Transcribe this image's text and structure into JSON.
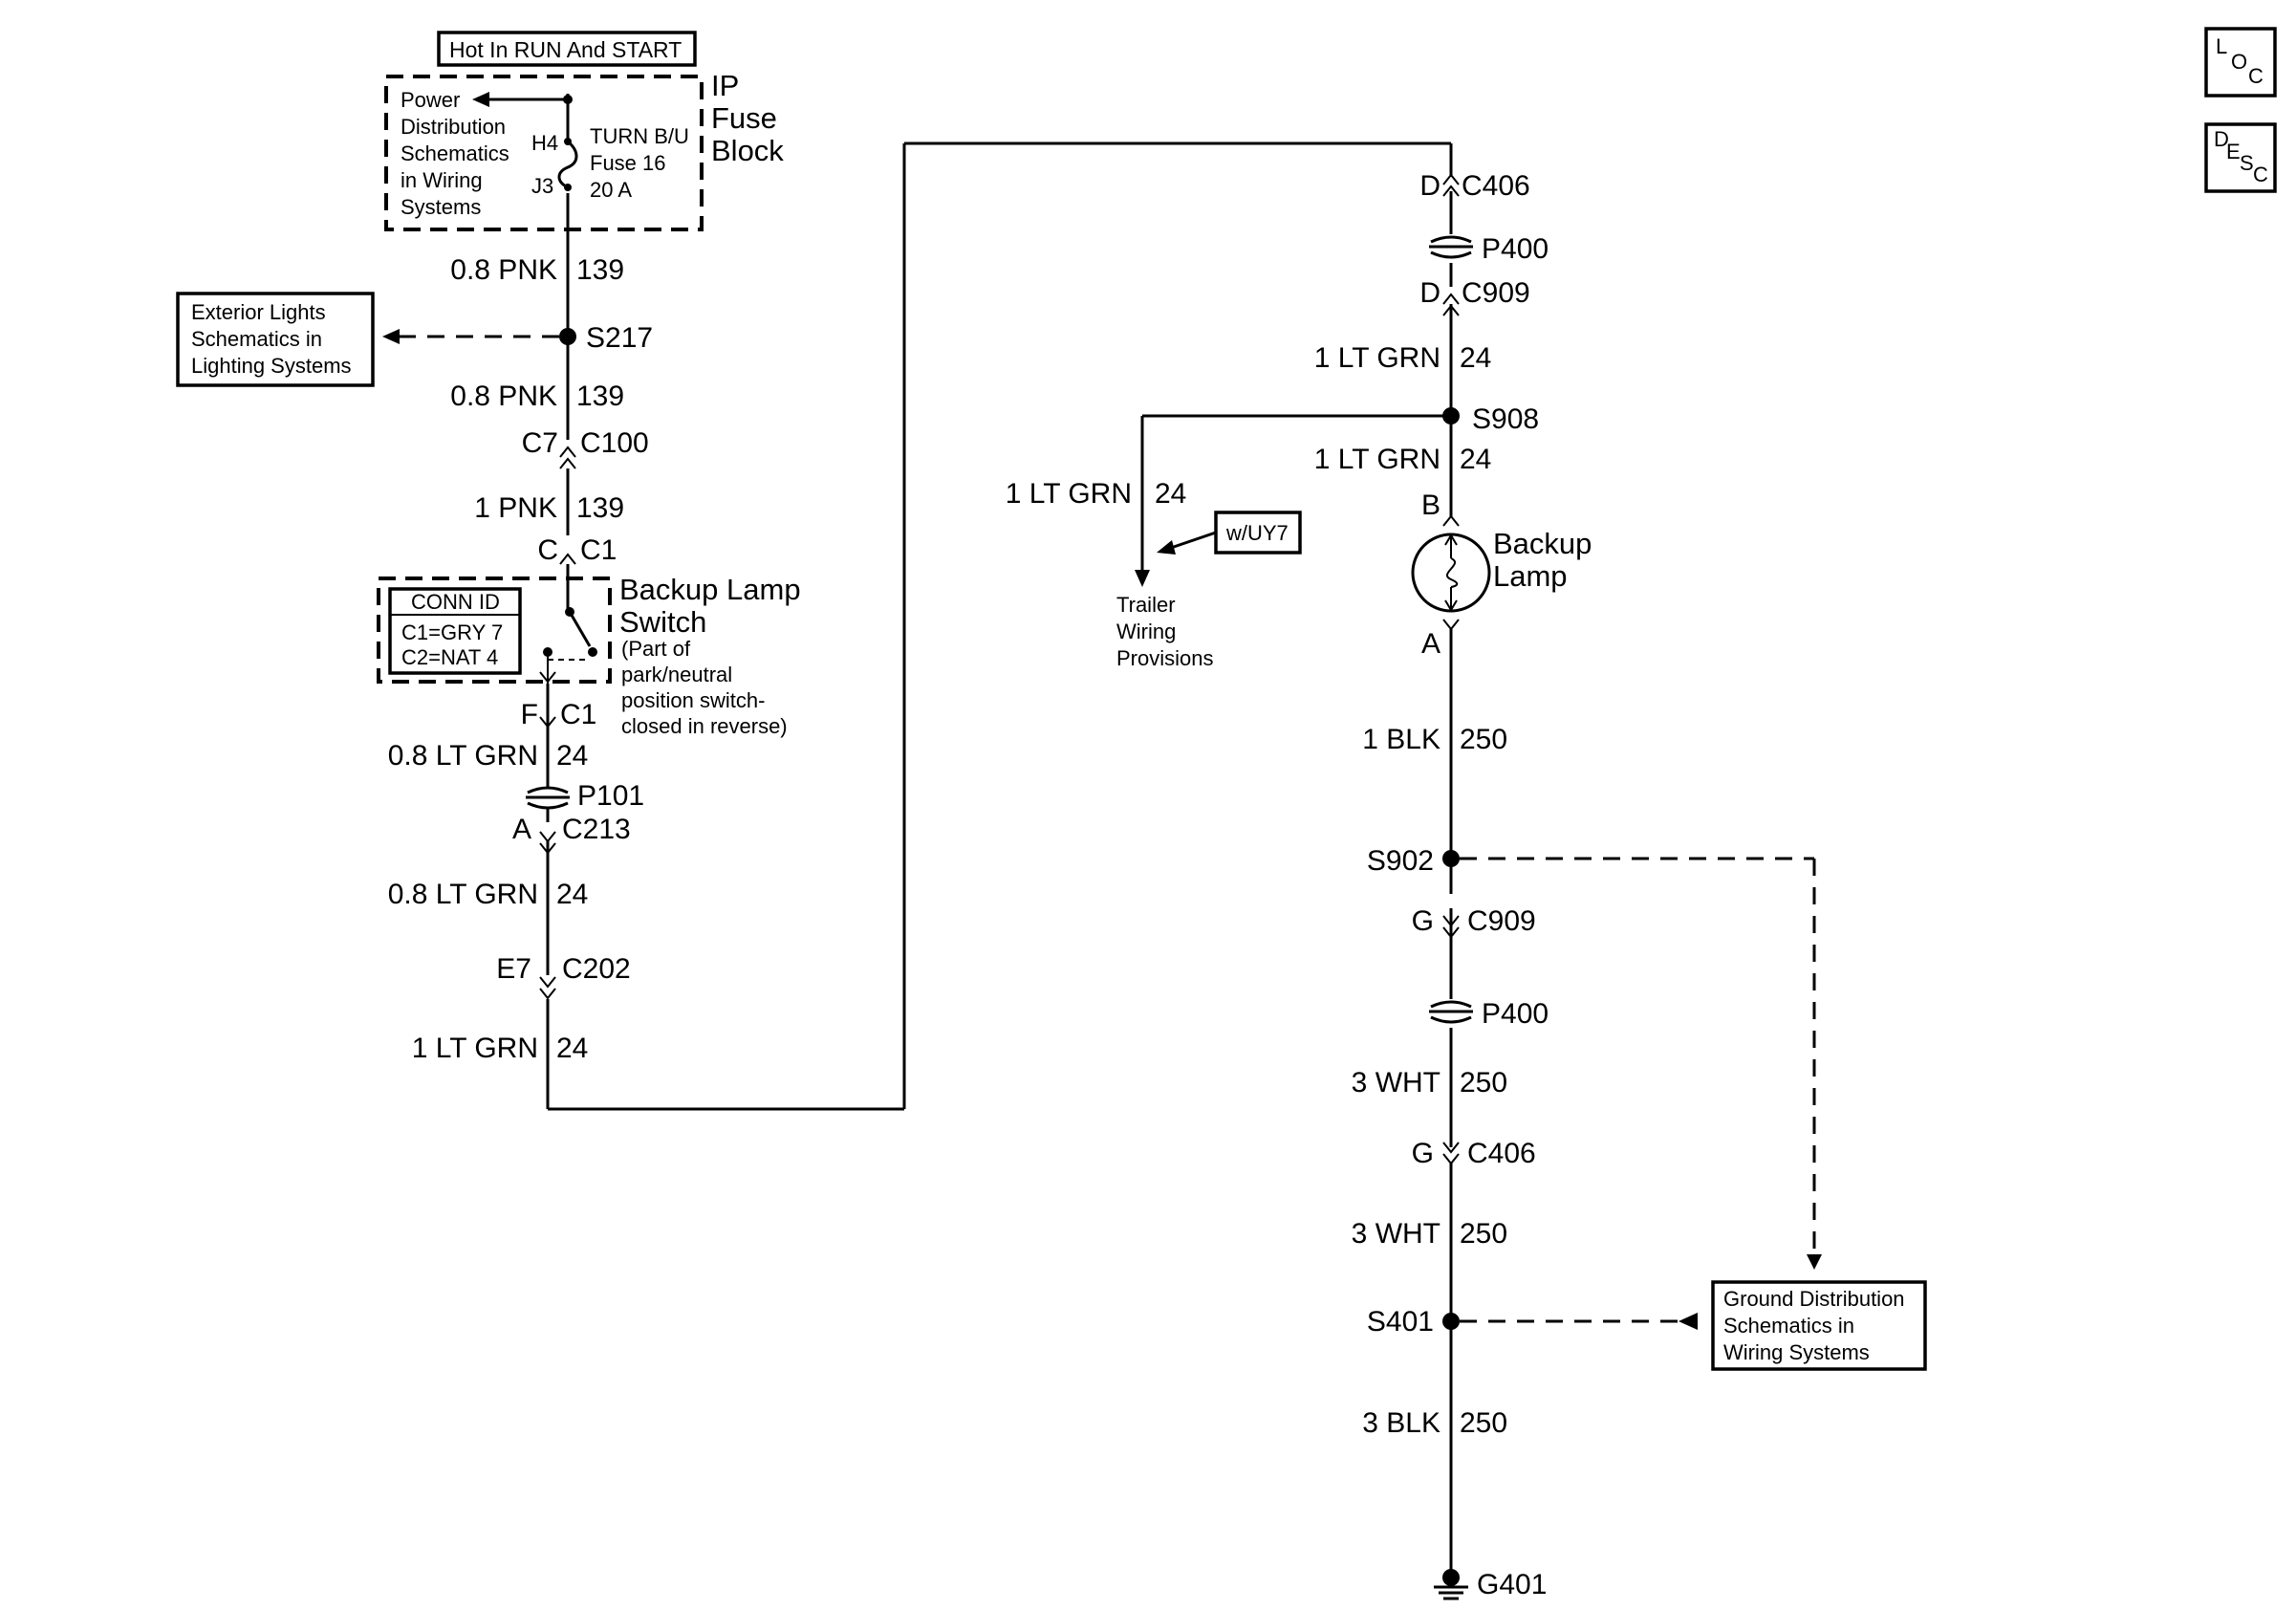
{
  "header": {
    "hot_label": "Hot In RUN And START",
    "ip_fuse_block": [
      "IP",
      "Fuse",
      "Block"
    ]
  },
  "fuse": {
    "power_dist_ref": [
      "Power",
      "Distribution",
      "Schematics",
      "in Wiring",
      "Systems"
    ],
    "pin_top": "H4",
    "pin_bottom": "J3",
    "label": [
      "TURN B/U",
      "Fuse 16",
      "20 A"
    ]
  },
  "left_circuit": {
    "wire_pnk_1_color": "0.8 PNK",
    "wire_pnk_1_num": "139",
    "splice_s217": "S217",
    "exterior_lights_ref": [
      "Exterior Lights",
      "Schematics in",
      "Lighting Systems"
    ],
    "wire_pnk_2_color": "0.8 PNK",
    "wire_pnk_2_num": "139",
    "c100_pin": "C7",
    "c100": "C100",
    "wire_pnk_3_color": "1 PNK",
    "wire_pnk_3_num": "139",
    "c1_top_pin": "C",
    "c1_top": "C1",
    "conn_id_title": "CONN ID",
    "conn_id_c1": "C1=GRY 7",
    "conn_id_c2": "C2=NAT 4",
    "switch_title": [
      "Backup Lamp",
      "Switch"
    ],
    "switch_note": [
      "(Part of",
      "park/neutral",
      "position switch-",
      "closed in reverse)"
    ],
    "c1_bottom_pin": "F",
    "c1_bottom": "C1",
    "wire_grn_1_color": "0.8 LT GRN",
    "wire_grn_1_num": "24",
    "p101": "P101",
    "c213_pin": "A",
    "c213": "C213",
    "wire_grn_2_color": "0.8 LT GRN",
    "wire_grn_2_num": "24",
    "c202_pin": "E7",
    "c202": "C202",
    "wire_grn_3_color": "1 LT GRN",
    "wire_grn_3_num": "24"
  },
  "right_circuit": {
    "c406_top_pin": "D",
    "c406_top": "C406",
    "p400_top": "P400",
    "c909_top_pin": "D",
    "c909_top": "C909",
    "wire_grn_a_color": "1 LT GRN",
    "wire_grn_a_num": "24",
    "splice_s908": "S908",
    "wire_grn_b_color": "1 LT GRN",
    "wire_grn_b_num": "24",
    "trailer_wire_color": "1 LT GRN",
    "trailer_wire_num": "24",
    "option_uy7": "w/UY7",
    "trailer_ref": [
      "Trailer",
      "Wiring",
      "Provisions"
    ],
    "lamp_pin_b": "B",
    "lamp_label": [
      "Backup",
      "Lamp"
    ],
    "lamp_pin_a": "A",
    "wire_blk_1_color": "1 BLK",
    "wire_blk_1_num": "250",
    "splice_s902": "S902",
    "c909_bottom_pin": "G",
    "c909_bottom": "C909",
    "p400_bottom": "P400",
    "wire_wht_1_color": "3 WHT",
    "wire_wht_1_num": "250",
    "c406_bottom_pin": "G",
    "c406_bottom": "C406",
    "wire_wht_2_color": "3 WHT",
    "wire_wht_2_num": "250",
    "splice_s401": "S401",
    "ground_dist_ref": [
      "Ground Distribution",
      "Schematics in",
      "Wiring Systems"
    ],
    "wire_blk_2_color": "3 BLK",
    "wire_blk_2_num": "250",
    "ground_g401": "G401"
  },
  "nav_icons": {
    "loc": [
      "L",
      "O",
      "C"
    ],
    "desc": [
      "D",
      "E",
      "S",
      "C"
    ]
  }
}
